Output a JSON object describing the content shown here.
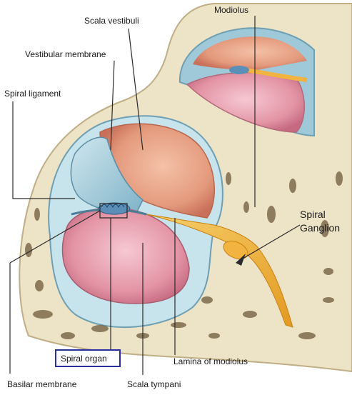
{
  "labels": {
    "modiolus": "Modiolus",
    "scala_vestibuli": "Scala vestibuli",
    "vestibular_membrane": "Vestibular membrane",
    "spiral_ligament": "Spiral ligament",
    "spiral_ganglion_line1": "Spiral",
    "spiral_ganglion_line2": "Ganglion",
    "spiral_organ": "Spiral organ",
    "lamina_of_modiolus": "Lamina of modiolus",
    "basilar_membrane": "Basilar membrane",
    "scala_tympani": "Scala tympani"
  },
  "colors": {
    "bone": "#ede3c6",
    "bone_dark": "#bfae86",
    "bone_pores": "#6d5a3c",
    "scala_vestibuli": "#e49a7c",
    "scala_tympani": "#e394a4",
    "cochlear_duct": "#9fc9d8",
    "spiral_organ": "#5b8fb8",
    "nerve": "#f2b340",
    "highlight_box": "#2a2f9c"
  }
}
